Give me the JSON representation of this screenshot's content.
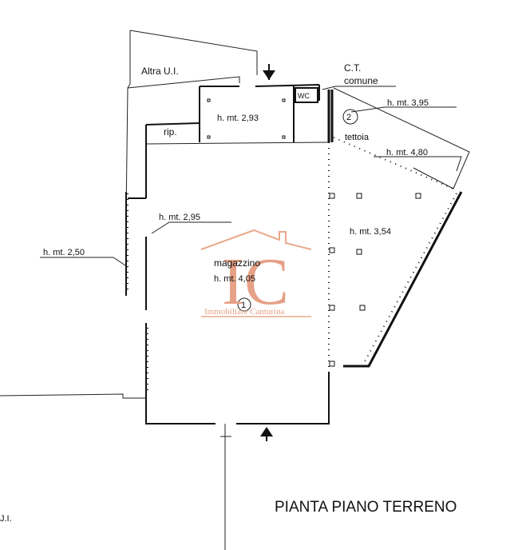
{
  "rooms": {
    "altra_ui_top": "Altra U.I.",
    "ct_comune_line1": "C.T.",
    "ct_comune_line2": "comune",
    "wc": "WC",
    "rip": "rip.",
    "tettoia": "tettoia",
    "tettoia_number": "2",
    "magazzino": "magazzino",
    "magazzino_number": "1",
    "altra_ui_bottom": "J.I."
  },
  "heights": {
    "h_293": "h. mt. 2,93",
    "h_395": "h. mt. 3,95",
    "h_480": "h. mt. 4,80",
    "h_295": "h. mt. 2,95",
    "h_354": "h. mt. 3,54",
    "h_250": "h. mt. 2,50",
    "h_405": "h. mt. 4,05"
  },
  "watermark": {
    "initials": "IC",
    "caption": "Immobiliare Canturina"
  },
  "footer": {
    "title": "PIANTA PIANO TERRENO"
  },
  "colors": {
    "line": "#111111",
    "watermark": "#e6a186",
    "background": "#ffffff"
  }
}
